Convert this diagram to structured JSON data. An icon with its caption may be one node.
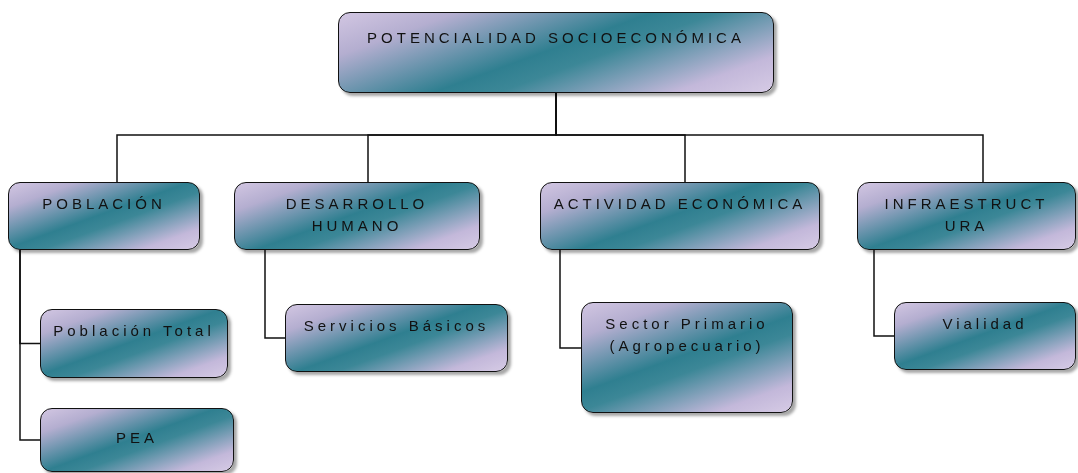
{
  "diagram": {
    "nodes": [
      {
        "text": [
          "POTENCIALIDAD SOCIOECONÓMICA"
        ]
      },
      {
        "text": [
          "POBLACIÓN"
        ]
      },
      {
        "text": [
          "DESARROLLO HUMANO"
        ]
      },
      {
        "text": [
          "ACTIVIDAD ECONÓMICA"
        ]
      },
      {
        "text": [
          "INFRAESTRUCTURA"
        ]
      },
      {
        "text": [
          "Población Total"
        ]
      },
      {
        "text": [
          "PEA"
        ]
      },
      {
        "text": [
          "Servicios Básicos"
        ]
      },
      {
        "text": [
          "Sector Primario (Agropecuario)"
        ]
      },
      {
        "text": [
          "Vialidad"
        ]
      }
    ],
    "edges": [
      {
        "from": 0,
        "to": 1,
        "arrow": "none"
      },
      {
        "from": 0,
        "to": 2,
        "arrow": "none"
      },
      {
        "from": 0,
        "to": 3,
        "arrow": "none"
      },
      {
        "from": 0,
        "to": 4,
        "arrow": "none"
      },
      {
        "from": 1,
        "to": 5,
        "arrow": "none"
      },
      {
        "from": 1,
        "to": 6,
        "arrow": "none"
      },
      {
        "from": 2,
        "to": 7,
        "arrow": "none"
      },
      {
        "from": 3,
        "to": 8,
        "arrow": "none"
      },
      {
        "from": 4,
        "to": 9,
        "arrow": "none"
      }
    ]
  }
}
